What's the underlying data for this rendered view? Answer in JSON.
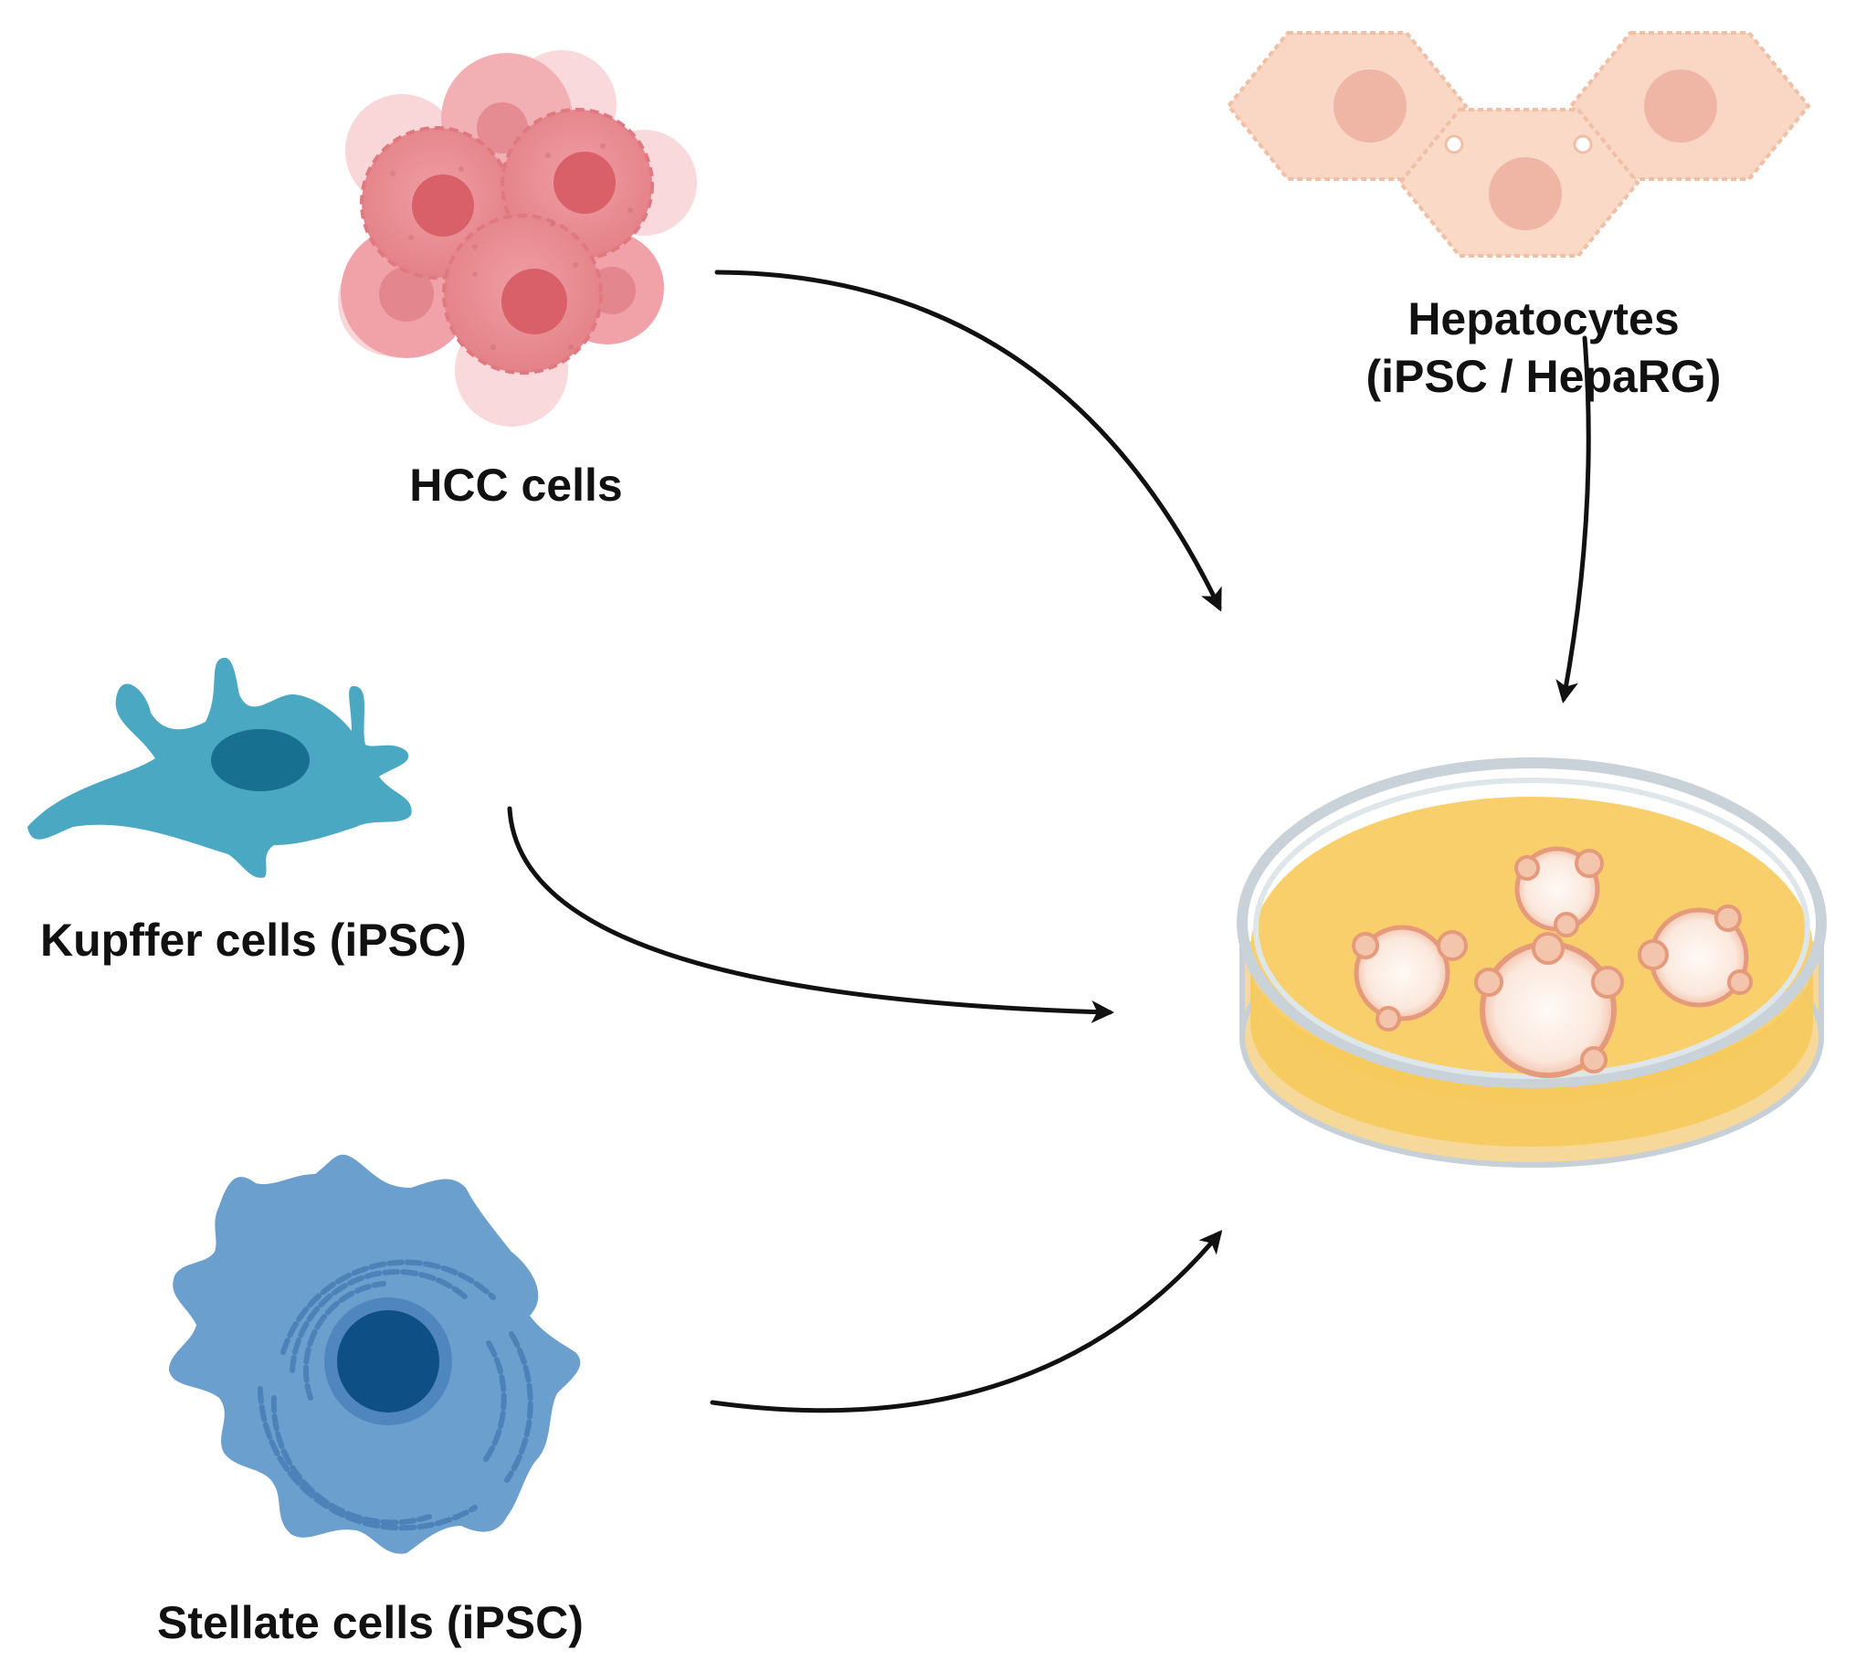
{
  "labels": {
    "hcc": "HCC cells",
    "hepatocytes_line1": "Hepatocytes",
    "hepatocytes_line2": "(iPSC / HepaRG)",
    "kupffer": "Kupffer cells (iPSC)",
    "stellate": "Stellate cells (iPSC)"
  },
  "colors": {
    "hcc_cell": "#e8868c",
    "hcc_nucleus": "#d9626a",
    "hepatocyte": "#f8d2bd",
    "hepatocyte_nucleus": "#eeb3a3",
    "kupffer_cell": "#4aa8c3",
    "kupffer_nucleus": "#17708f",
    "stellate_cell": "#6b9fce",
    "stellate_nucleus": "#0e4f86",
    "medium": "#f8cf6a",
    "dish_rim": "#c9d2d8",
    "organoid": "#fbe9e0",
    "organoid_rim": "#e59a7b",
    "arrow": "#111111"
  }
}
